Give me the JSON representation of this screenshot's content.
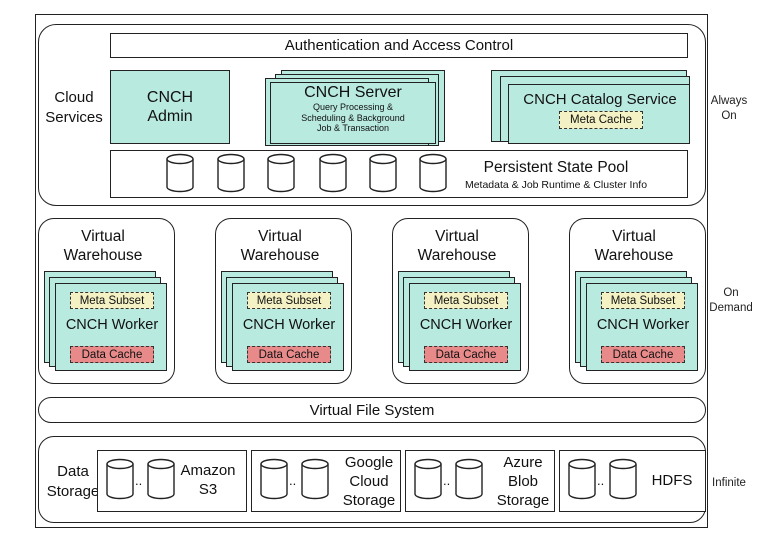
{
  "tiers": {
    "always_on": "Always On",
    "on_demand": "On Demand",
    "infinite": "Infinite"
  },
  "cloud_services": {
    "label": "Cloud Services",
    "auth": "Authentication and Access Control",
    "admin": "CNCH Admin",
    "server_title": "CNCH Server",
    "server_desc": "Query Processing & Scheduling & Background Job & Transaction",
    "catalog_title": "CNCH Catalog Service",
    "meta_cache": "Meta Cache",
    "pool_title": "Persistent State Pool",
    "pool_desc": "Metadata & Job Runtime & Cluster Info"
  },
  "warehouses": [
    {
      "title": "Virtual Warehouse",
      "meta": "Meta Subset",
      "worker": "CNCH Worker",
      "cache": "Data Cache"
    },
    {
      "title": "Virtual Warehouse",
      "meta": "Meta Subset",
      "worker": "CNCH Worker",
      "cache": "Data Cache"
    },
    {
      "title": "Virtual Warehouse",
      "meta": "Meta Subset",
      "worker": "CNCH Worker",
      "cache": "Data Cache"
    },
    {
      "title": "Virtual Warehouse",
      "meta": "Meta Subset",
      "worker": "CNCH Worker",
      "cache": "Data Cache"
    }
  ],
  "vfs": "Virtual File System",
  "storage": {
    "label": "Data Storage",
    "ellipsis": "..",
    "backends": [
      "Amazon S3",
      "Google Cloud Storage",
      "Azure Blob Storage",
      "HDFS"
    ]
  }
}
